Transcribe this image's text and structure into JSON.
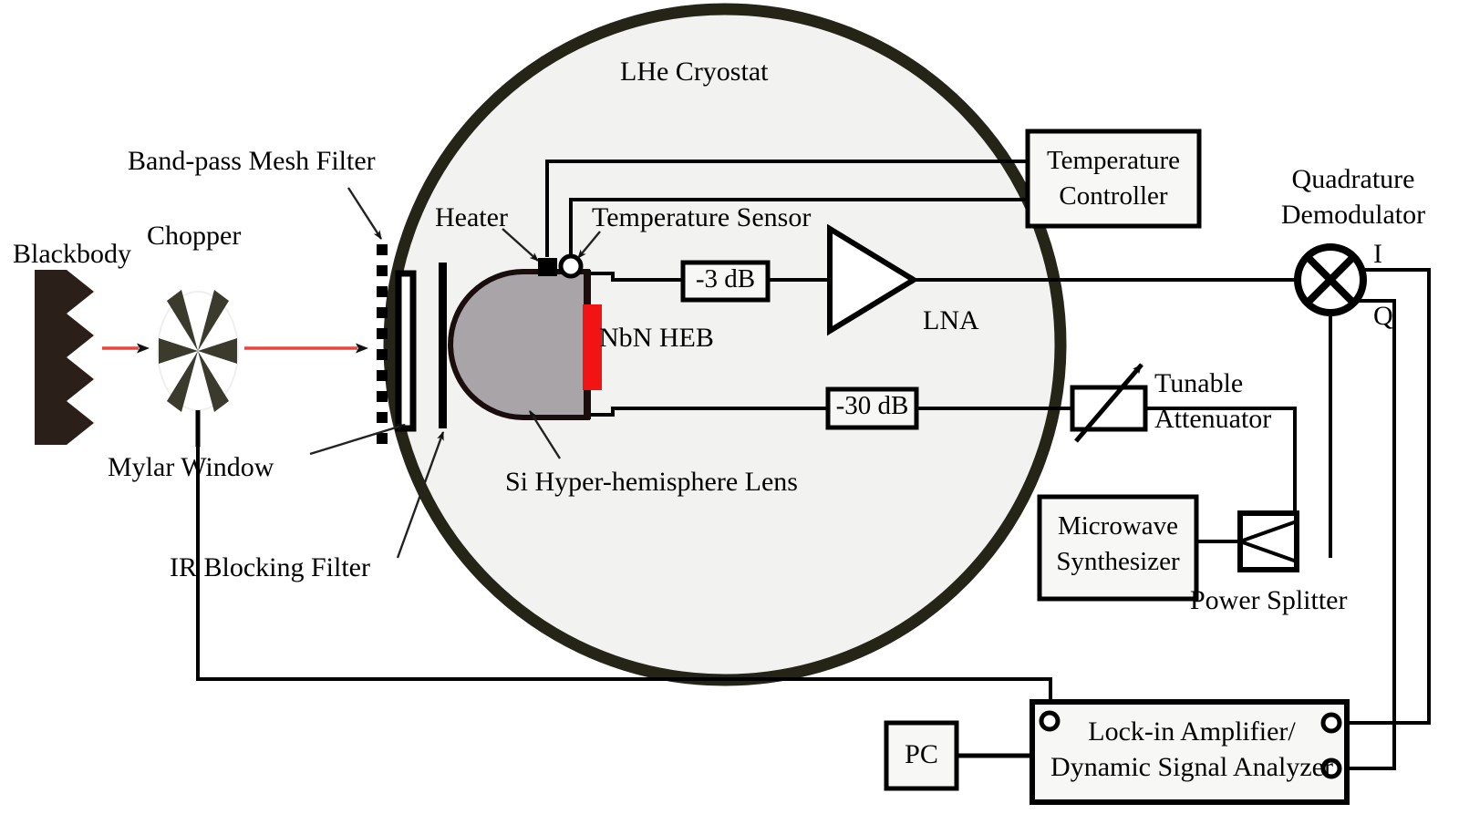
{
  "figure": {
    "title": "LHe Cryostat HEB receiver measurement setup",
    "background": "#ffffff"
  },
  "colors": {
    "cryostat_wall": "#252517",
    "cryostat_fill": "#f2f2f0",
    "blackbody": "#2b1f19",
    "chopper_blade": "#3b3b2d",
    "lens_fill": "#a9a4a8",
    "lens_stroke": "#1a0d0d",
    "heb_red": "#f21414",
    "beam_red": "#e8453c",
    "wire": "#000000",
    "box_fill": "#f7f7f5"
  },
  "labels": {
    "blackbody": "Blackbody",
    "chopper": "Chopper",
    "bandpass_mesh_filter": "Band-pass Mesh Filter",
    "mylar_window": "Mylar Window",
    "ir_blocking_filter": "IR Blocking Filter",
    "lhe_cryostat": "LHe Cryostat",
    "heater": "Heater",
    "temperature_sensor": "Temperature Sensor",
    "si_lens": "Si Hyper-hemisphere Lens",
    "nbn_heb": "NbN HEB",
    "atten_3db": "-3 dB",
    "atten_30db": "-30 dB",
    "lna": "LNA",
    "temperature_controller_line1": "Temperature",
    "temperature_controller_line2": "Controller",
    "quadrature_demodulator_line1": "Quadrature",
    "quadrature_demodulator_line2": "Demodulator",
    "port_i": "I",
    "port_q": "Q",
    "tunable_attenuator_line1": "Tunable",
    "tunable_attenuator_line2": "Attenuator",
    "microwave_synthesizer_line1": "Microwave",
    "microwave_synthesizer_line2": "Synthesizer",
    "power_splitter": "Power Splitter",
    "lockin_line1": "Lock-in Amplifier/",
    "lockin_line2": "Dynamic Signal Analyzer",
    "pc": "PC"
  },
  "components": [
    {
      "name": "blackbody",
      "kind": "source",
      "label": "Blackbody"
    },
    {
      "name": "chopper",
      "kind": "modulator",
      "label": "Chopper",
      "blades": 6
    },
    {
      "name": "band-pass-mesh-filter",
      "kind": "optical-filter",
      "label": "Band-pass Mesh Filter",
      "elements": 14
    },
    {
      "name": "mylar-window",
      "kind": "window",
      "label": "Mylar Window"
    },
    {
      "name": "ir-blocking-filter",
      "kind": "optical-filter",
      "label": "IR Blocking Filter"
    },
    {
      "name": "lhe-cryostat",
      "kind": "enclosure",
      "label": "LHe Cryostat"
    },
    {
      "name": "si-hyper-hemisphere-lens",
      "kind": "lens",
      "label": "Si Hyper-hemisphere Lens"
    },
    {
      "name": "nbn-heb",
      "kind": "detector",
      "label": "NbN HEB"
    },
    {
      "name": "heater",
      "kind": "actuator",
      "label": "Heater"
    },
    {
      "name": "temperature-sensor",
      "kind": "sensor",
      "label": "Temperature Sensor"
    },
    {
      "name": "attenuator-3db",
      "kind": "attenuator",
      "label": "-3 dB"
    },
    {
      "name": "attenuator-30db",
      "kind": "attenuator",
      "label": "-30 dB"
    },
    {
      "name": "lna",
      "kind": "amplifier",
      "label": "LNA"
    },
    {
      "name": "temperature-controller",
      "kind": "instrument",
      "label": "Temperature Controller"
    },
    {
      "name": "quadrature-demodulator",
      "kind": "mixer",
      "label": "Quadrature Demodulator",
      "outputs": [
        "I",
        "Q"
      ]
    },
    {
      "name": "tunable-attenuator",
      "kind": "attenuator",
      "label": "Tunable Attenuator"
    },
    {
      "name": "microwave-synthesizer",
      "kind": "instrument",
      "label": "Microwave Synthesizer"
    },
    {
      "name": "power-splitter",
      "kind": "passive",
      "label": "Power Splitter"
    },
    {
      "name": "lock-in-amplifier",
      "kind": "instrument",
      "label": "Lock-in Amplifier/ Dynamic Signal Analyzer"
    },
    {
      "name": "pc",
      "kind": "computer",
      "label": "PC"
    }
  ]
}
